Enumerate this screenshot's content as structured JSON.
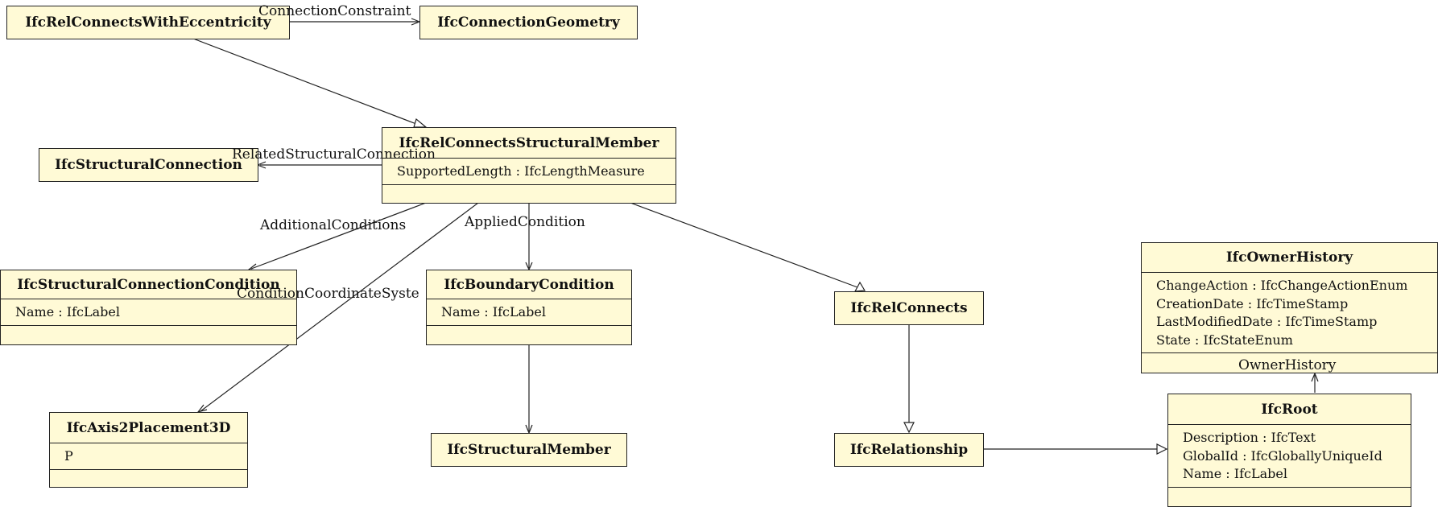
{
  "diagram": {
    "classes": {
      "relConnectsWithEccentricity": {
        "name": "IfcRelConnectsWithEccentricity",
        "attributes": []
      },
      "connectionGeometry": {
        "name": "IfcConnectionGeometry",
        "attributes": []
      },
      "relConnectsStructuralMember": {
        "name": "IfcRelConnectsStructuralMember",
        "attributes": [
          "SupportedLength : IfcLengthMeasure"
        ]
      },
      "structuralConnection": {
        "name": "IfcStructuralConnection",
        "attributes": []
      },
      "structuralConnectionCondition": {
        "name": "IfcStructuralConnectionCondition",
        "attributes": [
          "Name : IfcLabel"
        ]
      },
      "boundaryCondition": {
        "name": "IfcBoundaryCondition",
        "attributes": [
          "Name : IfcLabel"
        ]
      },
      "relConnects": {
        "name": "IfcRelConnects",
        "attributes": []
      },
      "ownerHistory": {
        "name": "IfcOwnerHistory",
        "attributes": [
          "ChangeAction : IfcChangeActionEnum",
          "CreationDate : IfcTimeStamp",
          "LastModifiedDate : IfcTimeStamp",
          "State : IfcStateEnum"
        ]
      },
      "axis2Placement3D": {
        "name": "IfcAxis2Placement3D",
        "attributes": [
          "P"
        ]
      },
      "structuralMember": {
        "name": "IfcStructuralMember",
        "attributes": []
      },
      "relationship": {
        "name": "IfcRelationship",
        "attributes": []
      },
      "root": {
        "name": "IfcRoot",
        "attributes": [
          "Description : IfcText",
          "GlobalId : IfcGloballyUniqueId",
          "Name : IfcLabel"
        ]
      }
    },
    "edge_labels": {
      "connection_constraint": "ConnectionConstraint",
      "related_structural_connection": "RelatedStructuralConnection",
      "additional_conditions": "AdditionalConditions",
      "applied_condition": "AppliedCondition",
      "condition_coordinate_system": "ConditionCoordinateSyste",
      "owner_history": "OwnerHistory"
    }
  }
}
